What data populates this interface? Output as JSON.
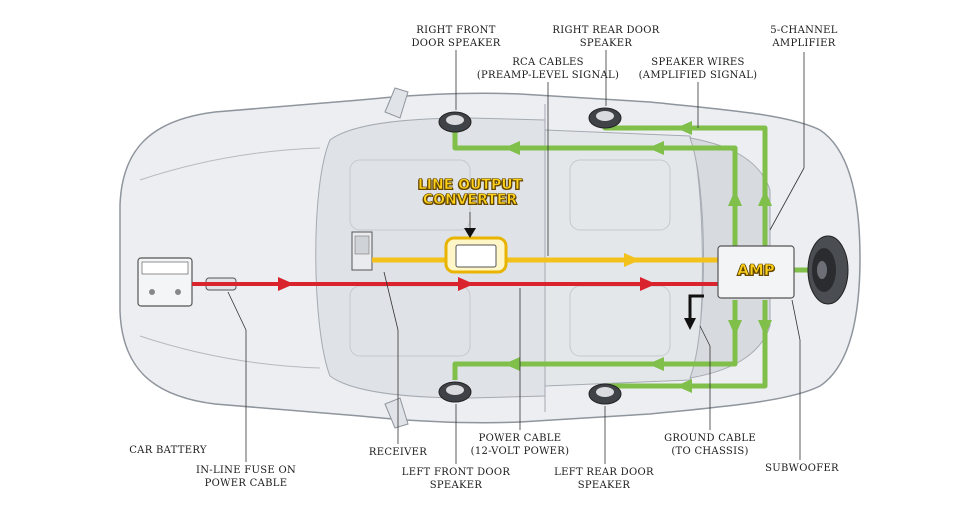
{
  "labels": {
    "right_front_door_speaker": "RIGHT FRONT\nDOOR SPEAKER",
    "right_rear_door_speaker": "RIGHT REAR DOOR\nSPEAKER",
    "five_channel_amplifier": "5-CHANNEL\nAMPLIFIER",
    "rca_cables": "RCA CABLES\n(PREAMP-LEVEL SIGNAL)",
    "speaker_wires": "SPEAKER WIRES\n(AMPLIFIED SIGNAL)",
    "line_output_converter": "LINE OUTPUT\nCONVERTER",
    "amp": "AMP",
    "car_battery": "CAR BATTERY",
    "inline_fuse": "IN-LINE FUSE ON\nPOWER CABLE",
    "receiver": "RECEIVER",
    "power_cable": "POWER CABLE\n(12-VOLT POWER)",
    "left_front_door_speaker": "LEFT FRONT DOOR\nSPEAKER",
    "left_rear_door_speaker": "LEFT REAR DOOR\nSPEAKER",
    "ground_cable": "GROUND CABLE\n(TO CHASSIS)",
    "subwoofer": "SUBWOOFER"
  },
  "colors": {
    "power_cable": "#d9232d",
    "rca_signal": "#f2c11b",
    "speaker_wire": "#7fbf4a",
    "car_body": "#e9ebee",
    "car_outline": "#9aa0a8",
    "callout_text": "#ffd21a"
  }
}
